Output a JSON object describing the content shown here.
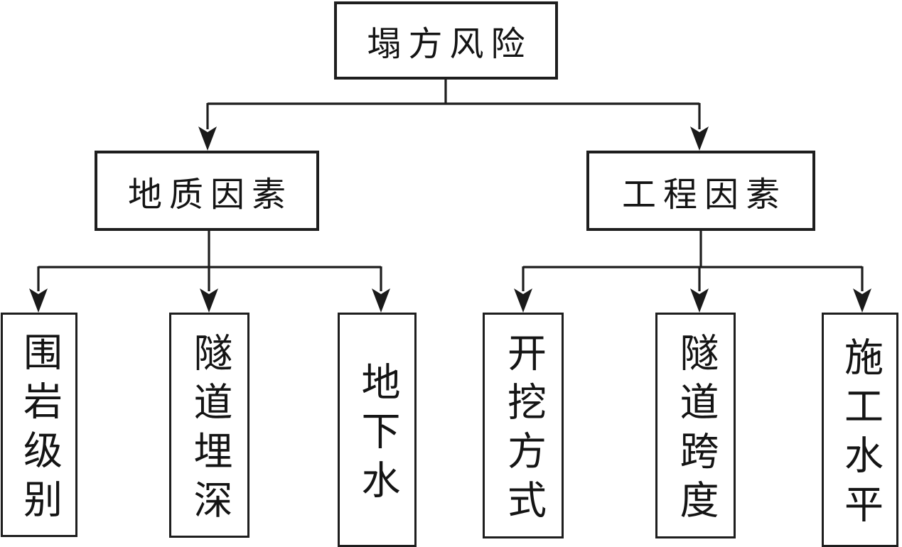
{
  "diagram": {
    "type": "tree",
    "root": {
      "label": "塌方风险"
    },
    "branches": [
      {
        "label": "地质因素",
        "children": [
          "围岩级别",
          "隧道埋深",
          "地下水"
        ]
      },
      {
        "label": "工程因素",
        "children": [
          "开挖方式",
          "隧道跨度",
          "施工水平"
        ]
      }
    ],
    "colors": {
      "box_border": "#1e1e1e",
      "connector": "#1e1e1e",
      "text": "#141414",
      "background": "#ffffff"
    }
  }
}
